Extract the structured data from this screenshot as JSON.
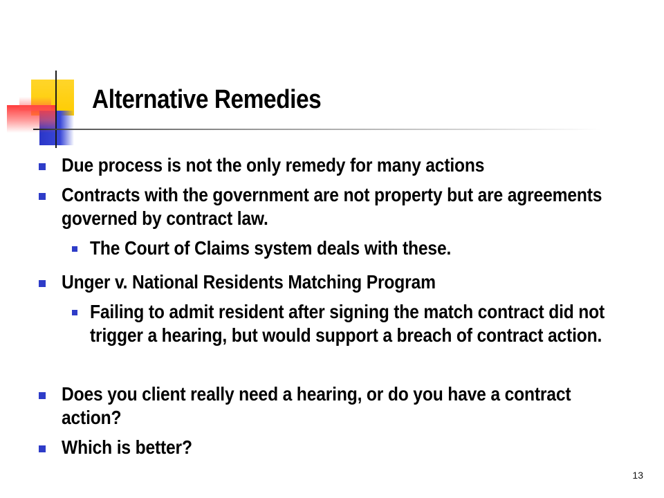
{
  "slide": {
    "title": "Alternative Remedies",
    "page_number": "13",
    "bullets": [
      {
        "level": 1,
        "text": "Due process is not the only remedy for many actions"
      },
      {
        "level": 1,
        "text": "Contracts with the government are not property but are agreements governed by contract law."
      },
      {
        "level": 2,
        "text": "The Court of Claims system deals with these."
      },
      {
        "level": 1,
        "text": "Unger v. National Residents Matching Program"
      },
      {
        "level": 2,
        "text": "Failing to admit resident after signing the match contract did not trigger a hearing, but would support a breach of contract action."
      },
      {
        "level": 1,
        "text": "Does you client really need a hearing, or do you have a contract action?"
      },
      {
        "level": 1,
        "text": "Which is better?"
      }
    ]
  },
  "colors": {
    "bullet": "#2e3cc8",
    "accent_yellow": "#ffcc00",
    "accent_blue": "#2a36c8",
    "accent_red": "#ff3a3a"
  }
}
